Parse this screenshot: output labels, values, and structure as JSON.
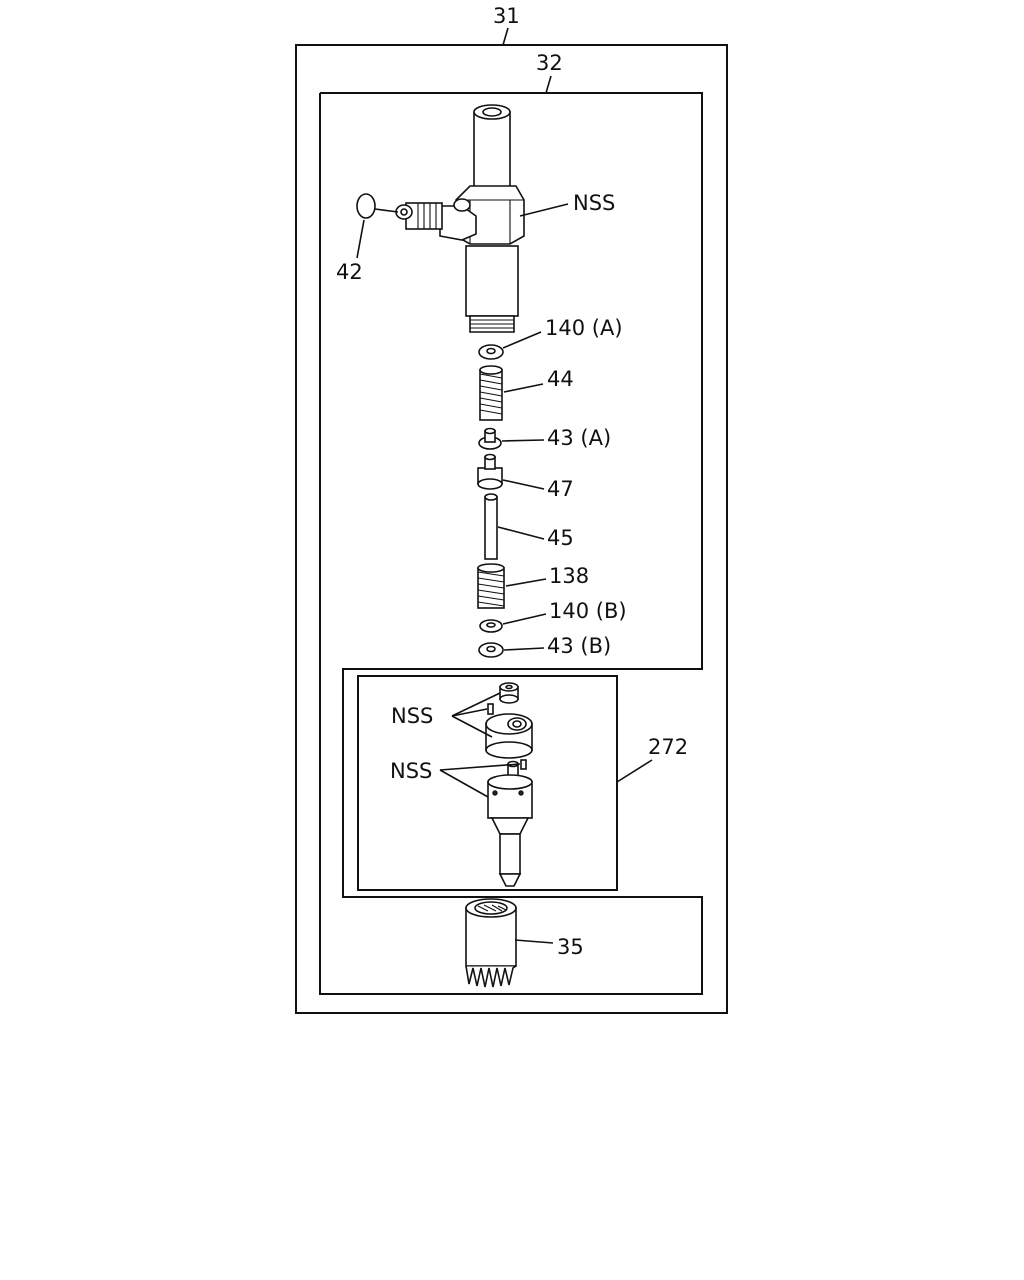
{
  "callouts": {
    "assembly": "31",
    "injector_holder": "32",
    "o_ring": "42",
    "nss_top": "NSS",
    "washer_140a": "140 (A)",
    "spring_44": "44",
    "seat_43a": "43 (A)",
    "piece_47": "47",
    "rod_45": "45",
    "spring_138": "138",
    "washer_140b": "140 (B)",
    "washer_43b": "43 (B)",
    "nss_upper": "NSS",
    "nss_lower": "NSS",
    "nozzle_kit": "272",
    "retaining_nut": "35"
  }
}
